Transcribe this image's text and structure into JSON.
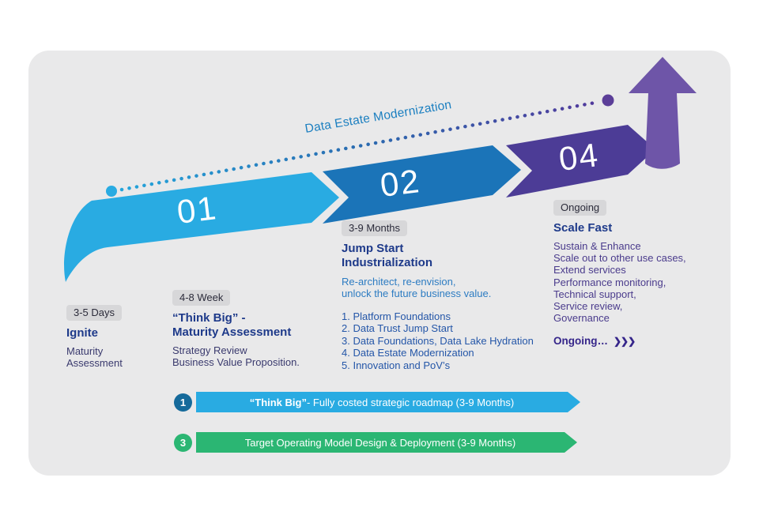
{
  "colors": {
    "card_bg": "#e9e9ea",
    "cyan": "#29abe2",
    "blue": "#1b74b8",
    "indigo": "#4c3c96",
    "purple": "#6e55a8",
    "green": "#2bb673",
    "heading_text": "#1e3a8a",
    "body_text": "#3a3a6e",
    "subtitle_text": "#2d7cc2",
    "list_text": "#2456a8",
    "scale_text": "#4a3b8c",
    "badge_bg": "#d7d7d9"
  },
  "ribbon": {
    "trend_label": "Data Estate Modernization",
    "steps": [
      {
        "number": "01"
      },
      {
        "number": "02"
      },
      {
        "number": "04"
      }
    ]
  },
  "phases": [
    {
      "badge": "3-5 Days",
      "title_lines": [
        "Ignite"
      ],
      "body_lines": [
        "Maturity",
        "Assessment"
      ]
    },
    {
      "badge": "4-8 Week",
      "title_lines": [
        "“Think Big” -",
        "Maturity Assessment"
      ],
      "body_lines": [
        "Strategy Review",
        "Business Value Proposition."
      ]
    },
    {
      "badge": "3-9 Months",
      "title_lines": [
        "Jump Start",
        "Industrialization"
      ],
      "subtitle_lines": [
        "Re-architect, re-envision,",
        "unlock the future business value."
      ],
      "list_items": [
        "1. Platform Foundations",
        "2. Data Trust Jump Start",
        "3. Data Foundations, Data Lake Hydration",
        "4. Data Estate Modernization",
        "5. Innovation and PoV’s"
      ]
    },
    {
      "badge": "Ongoing",
      "title_lines": [
        "Scale Fast"
      ],
      "body_lines": [
        "Sustain & Enhance",
        "Scale out to other use cases,",
        "Extend services",
        "Performance monitoring,",
        "Technical support,",
        "Service review,",
        "Governance"
      ],
      "footer": "Ongoing…",
      "chevrons": "❯❯❯"
    }
  ],
  "bottom_bars": [
    {
      "bullet": "1",
      "label_bold": "“Think Big”",
      "label_rest": " - Fully costed strategic roadmap (3-9 Months)"
    },
    {
      "bullet": "3",
      "label": "Target Operating Model Design & Deployment (3-9 Months)"
    }
  ]
}
